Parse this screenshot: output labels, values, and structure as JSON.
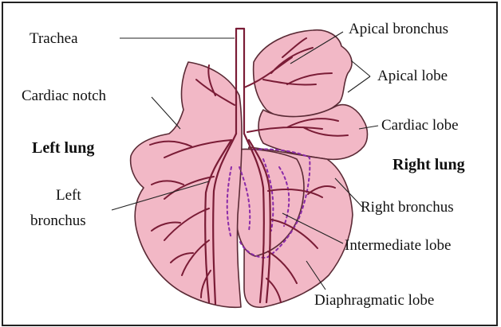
{
  "colors": {
    "lung_fill": "#f2b8c6",
    "lung_stroke": "#5a2a35",
    "airway": "#7a1c36",
    "dots": "#8a2aa8",
    "border": "#222222"
  },
  "labels": {
    "trachea": "Trachea",
    "apical_bronchus": "Apical bronchus",
    "apical_lobe": "Apical lobe",
    "cardiac_notch": "Cardiac notch",
    "cardiac_lobe": "Cardiac lobe",
    "left_lung": "Left lung",
    "right_lung": "Right lung",
    "left_bronchus_line1": "Left",
    "left_bronchus_line2": "bronchus",
    "right_bronchus": "Right bronchus",
    "intermediate_lobe": "Intermediate lobe",
    "diaphragmatic_lobe": "Diaphragmatic lobe"
  }
}
